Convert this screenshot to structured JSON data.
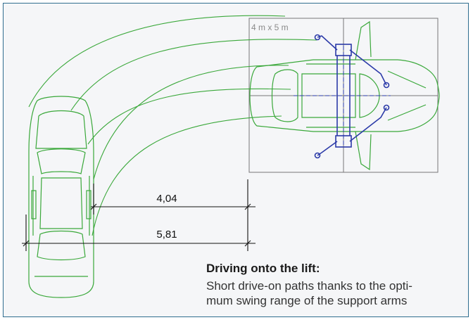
{
  "area_label": "4 m x 5 m",
  "dimensions": {
    "inner_path": "4,04",
    "outer_path": "5,81"
  },
  "caption": {
    "title": "Driving onto the lift:",
    "lines": [
      "Short drive-on paths thanks to the opti-",
      "mum swing range of the support arms"
    ]
  },
  "colors": {
    "car_outline": "#3aa83a",
    "lift": "#2b3aa8",
    "dimension": "#111111",
    "border": "#2f6d8f",
    "grid": "#777777"
  }
}
